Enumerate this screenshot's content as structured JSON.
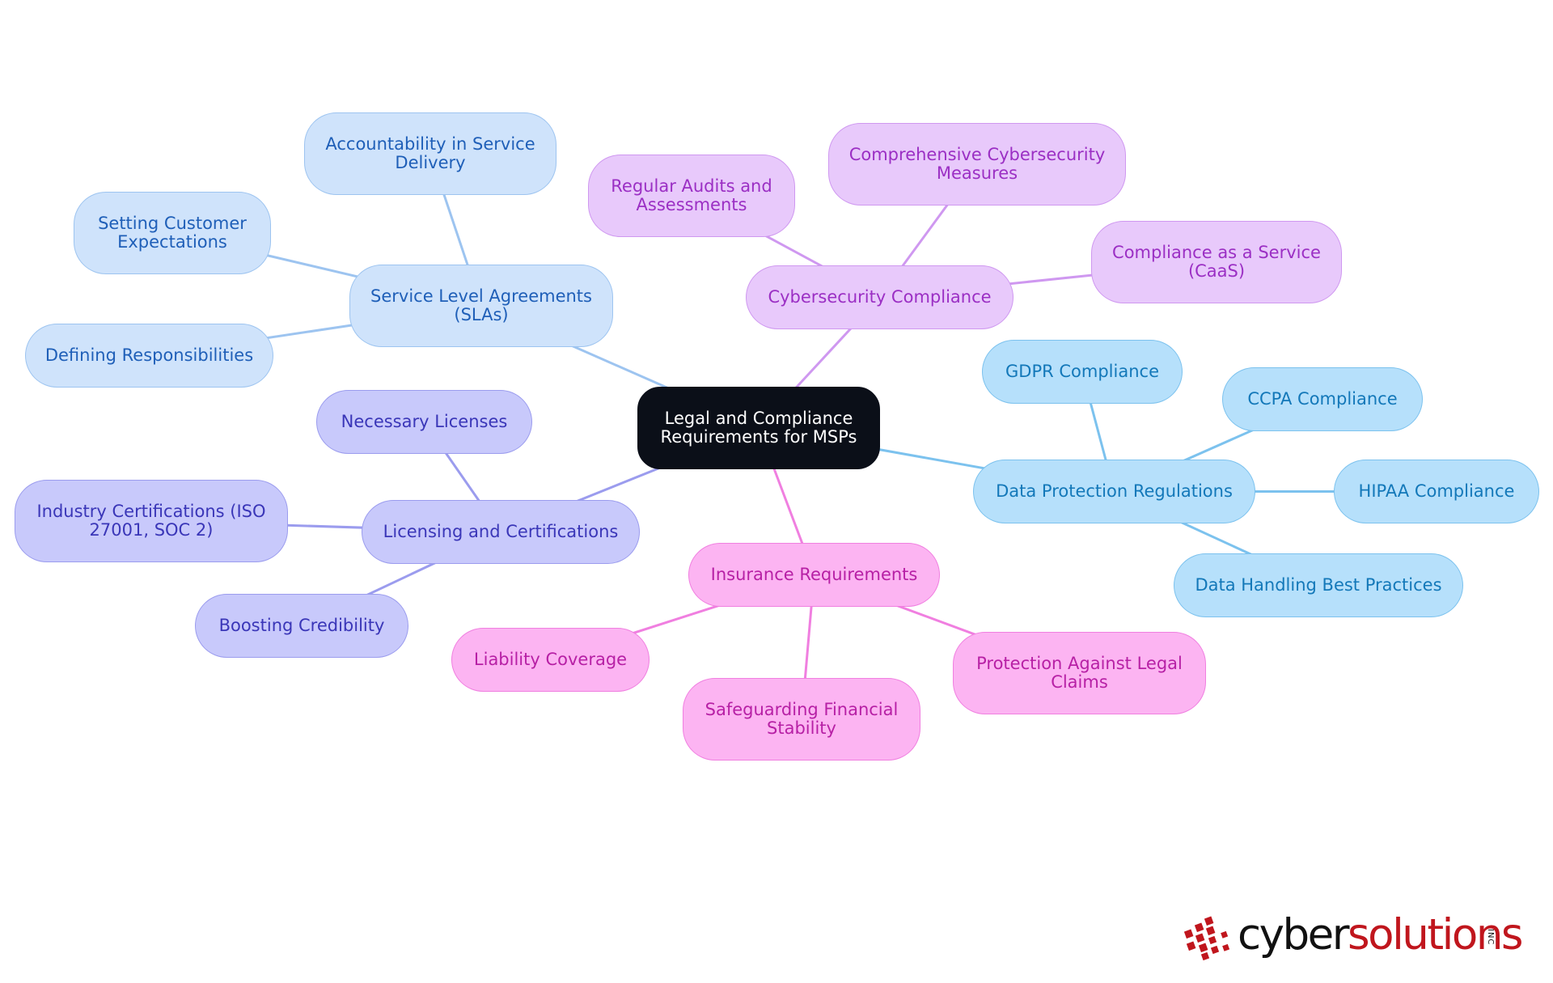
{
  "root": {
    "label": "Legal and Compliance Requirements for MSPs"
  },
  "branches": {
    "sla": {
      "label": "Service Level Agreements (SLAs)",
      "children": [
        "Accountability in Service Delivery",
        "Setting Customer Expectations",
        "Defining Responsibilities"
      ]
    },
    "cyber": {
      "label": "Cybersecurity Compliance",
      "children": [
        "Regular Audits and Assessments",
        "Comprehensive Cybersecurity Measures",
        "Compliance as a Service (CaaS)"
      ]
    },
    "data": {
      "label": "Data Protection Regulations",
      "children": [
        "GDPR Compliance",
        "CCPA Compliance",
        "HIPAA Compliance",
        "Data Handling Best Practices"
      ]
    },
    "lic": {
      "label": "Licensing and Certifications",
      "children": [
        "Necessary Licenses",
        "Industry Certifications (ISO 27001, SOC 2)",
        "Boosting Credibility"
      ]
    },
    "ins": {
      "label": "Insurance Requirements",
      "children": [
        "Liability Coverage",
        "Safeguarding Financial Stability",
        "Protection Against Legal Claims"
      ]
    }
  },
  "colors": {
    "sla": "#9dc4f0",
    "cyber": "#cf98f0",
    "data": "#7cc2ee",
    "lic": "#9b9cee",
    "ins": "#f07fe0"
  },
  "logo": {
    "part1": "cyber",
    "part2": "solutions",
    "suffix": "INC"
  }
}
